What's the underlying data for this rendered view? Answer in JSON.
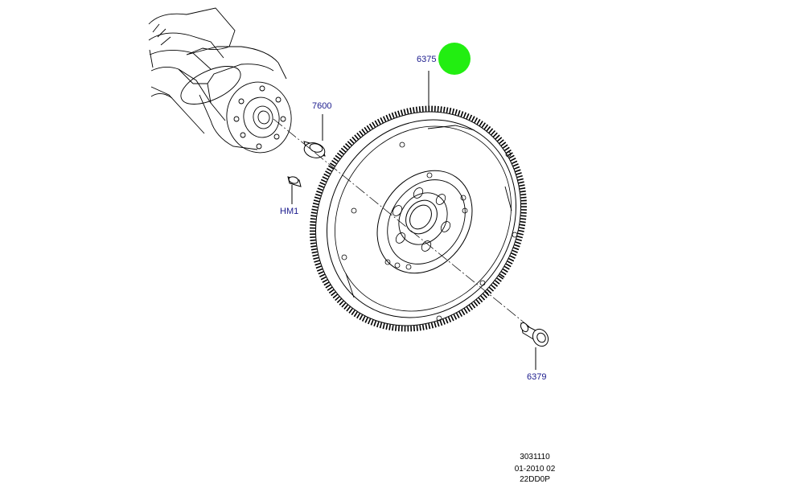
{
  "callouts": {
    "flywheel": "6375",
    "bearing": "7600",
    "dowel": "HM1",
    "bolt": "6379"
  },
  "info": {
    "line1": "3031110",
    "line2": "01-2010 02",
    "line3": "22DD0P"
  },
  "colors": {
    "line": "#000000",
    "callout_text": "#1a1a8c",
    "marker": "#22ee11"
  }
}
